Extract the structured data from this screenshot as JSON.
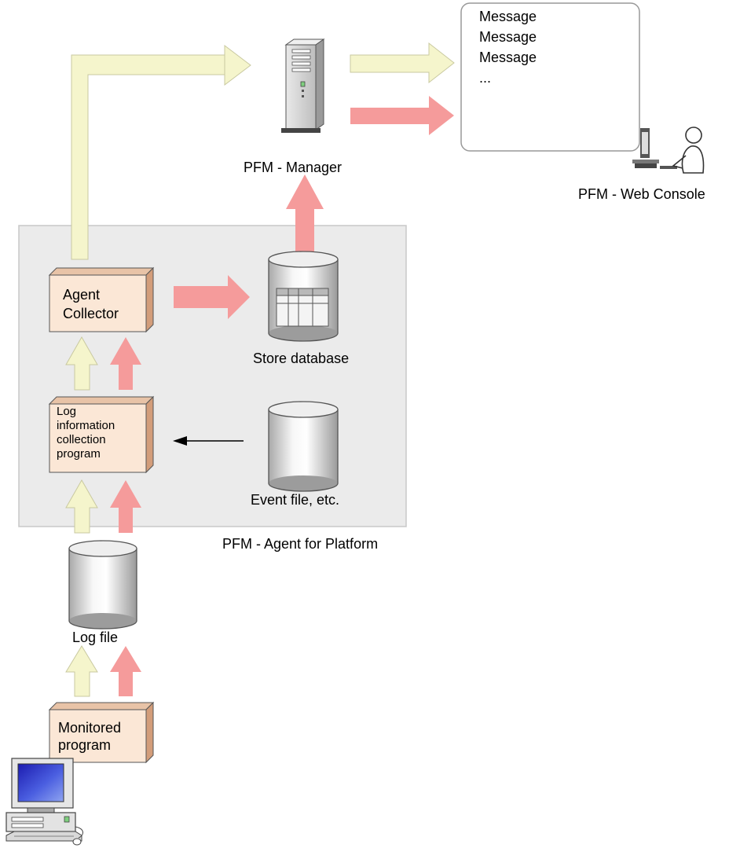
{
  "messages": [
    "Message",
    "Message",
    "Message",
    "..."
  ],
  "labels": {
    "manager": "PFM - Manager",
    "web_console": "PFM - Web Console",
    "agent_platform": "PFM - Agent for Platform",
    "store_database": "Store database",
    "event_file": "Event file, etc.",
    "log_file": "Log file"
  },
  "boxes": {
    "agent_collector": "Agent\nCollector",
    "log_collection": "Log\ninformation\ncollection\nprogram",
    "monitored_program": "Monitored\nprogram"
  },
  "colors": {
    "performance_arrow": "#f5f5cc",
    "alarm_arrow": "#f59b9b",
    "box_face": "#fbe7d6",
    "box_side": "#d39d7a",
    "agent_area": "#ebebeb"
  },
  "icons": {
    "manager": "server-tower-icon",
    "web_console": "user-at-workstation-icon",
    "monitored_host": "desktop-computer-icon",
    "databases": "database-cylinder-icon"
  }
}
